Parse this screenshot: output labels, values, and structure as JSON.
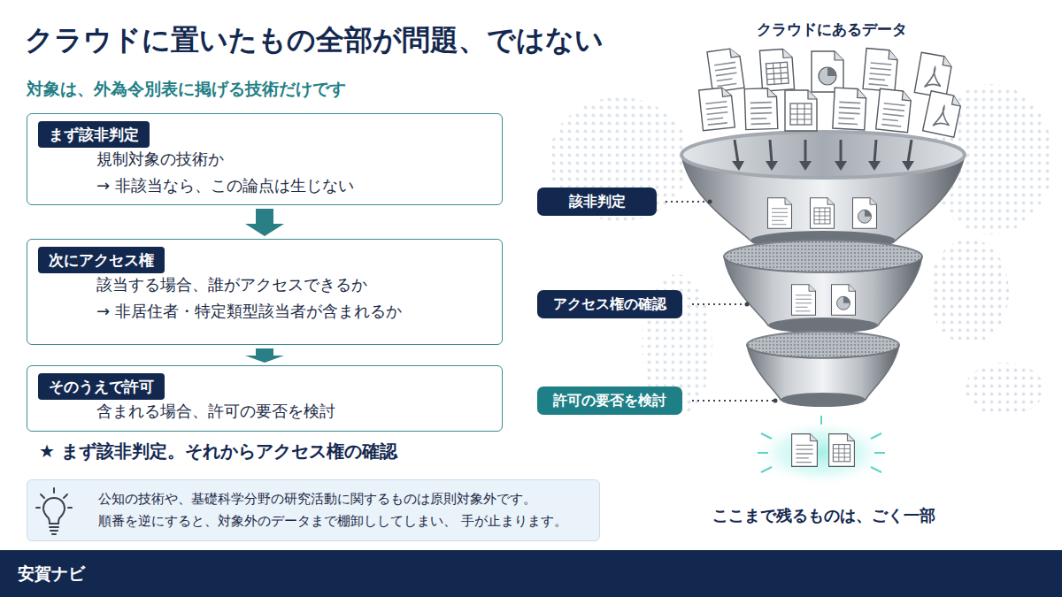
{
  "diagram": {
    "title": "クラウドに置いたもの全部が問題、ではない",
    "caption": "対象は、外為令別表に掲げる技術だけです",
    "nodes": [
      {
        "text": [
          "規制対象の技術か",
          "→ 非該当なら、この論点は生じない"
        ]
      },
      {
        "text": [
          "まず該非判定"
        ],
        "in": 0
      },
      {
        "text": [
          "該当する場合、誰がアクセスできるか",
          "→ 非居住者・特定類型該当者が含まれるか"
        ]
      },
      {
        "text": [
          "次にアクセス権"
        ],
        "in": 2
      },
      {
        "text": [
          "含まれる場合、許可の要否を検討"
        ]
      },
      {
        "text": [
          "そのうえで許可"
        ],
        "in": 4
      },
      {
        "text": [
          "公知の技術や、基礎科学分野の研究活動に関するものは原則対象外です。",
          "順番を逆にすると、対象外のデータまで棚卸ししてしまい、 手が止まります。"
        ]
      },
      {
        "text": [
          "該非判定"
        ]
      },
      {
        "text": [
          "アクセス権の確認"
        ]
      },
      {
        "text": [
          "許可の要否を検討"
        ]
      },
      {
        "text": [
          "安賀ナビ"
        ]
      }
    ],
    "edges": [
      {
        "from": 0,
        "to": 2,
        "arrow": "to"
      },
      {
        "from": 2,
        "to": 4,
        "arrow": "to"
      }
    ],
    "labels": [
      "★ まず該非判定。それからアクセス権の確認",
      "クラウドにあるデータ",
      "ここまで残るものは、ごく一部"
    ]
  }
}
